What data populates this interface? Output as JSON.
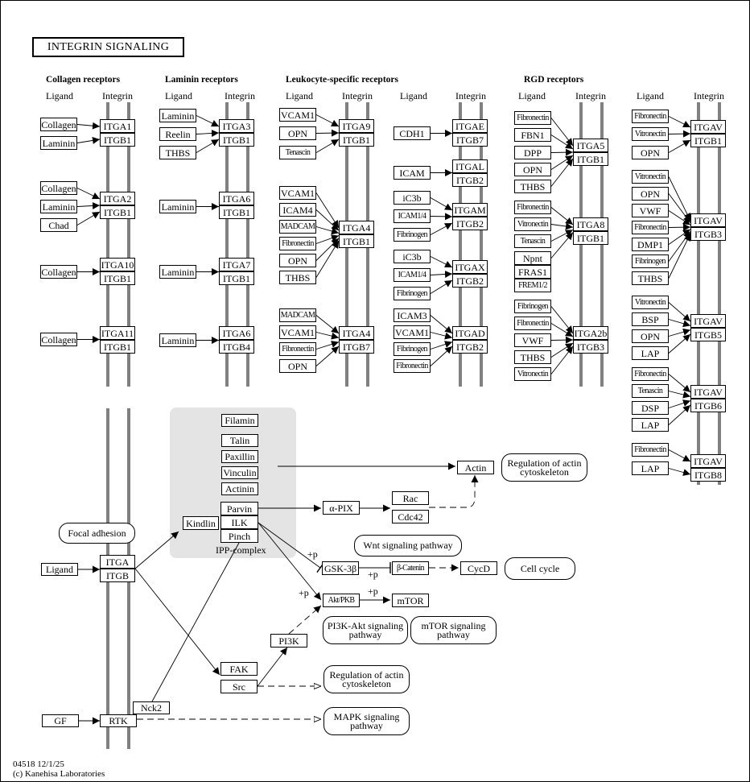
{
  "title": "INTEGRIN  SIGNALING",
  "footer": {
    "map_id_date": "04518 12/1/25",
    "copyright": "(c) Kanehisa Laboratories"
  },
  "colors": {
    "membrane": "#808080",
    "complex_bg": "#e4e4e4",
    "line": "#000000"
  },
  "sections": [
    {
      "id": "collagen",
      "header": "Collagen receptors",
      "ligand_label": "Ligand",
      "integrin_label": "Integrin"
    },
    {
      "id": "laminin",
      "header": "Laminin receptors",
      "ligand_label": "Ligand",
      "integrin_label": "Integrin"
    },
    {
      "id": "leukocyte",
      "header": "Leukocyte-specific receptors",
      "ligand_label": "Ligand",
      "integrin_label": "Integrin"
    },
    {
      "id": "leukocyte2",
      "header": "",
      "ligand_label": "Ligand",
      "integrin_label": "Integrin"
    },
    {
      "id": "rgd",
      "header": "RGD receptors",
      "ligand_label": "Ligand",
      "integrin_label": "Integrin"
    },
    {
      "id": "rgd2",
      "header": "",
      "ligand_label": "Ligand",
      "integrin_label": "Integrin"
    }
  ],
  "receptor_groups": [
    {
      "section": "collagen",
      "alpha": "ITGA1",
      "beta": "ITGB1",
      "ligands": [
        "Collagen",
        "Laminin"
      ]
    },
    {
      "section": "collagen",
      "alpha": "ITGA2",
      "beta": "ITGB1",
      "ligands": [
        "Collagen",
        "Laminin",
        "Chad"
      ]
    },
    {
      "section": "collagen",
      "alpha": "ITGA10",
      "beta": "ITGB1",
      "ligands": [
        "Collagen"
      ]
    },
    {
      "section": "collagen",
      "alpha": "ITGA11",
      "beta": "ITGB1",
      "ligands": [
        "Collagen"
      ]
    },
    {
      "section": "laminin",
      "alpha": "ITGA3",
      "beta": "ITGB1",
      "ligands": [
        "Laminin",
        "Reelin",
        "THBS"
      ]
    },
    {
      "section": "laminin",
      "alpha": "ITGA6",
      "beta": "ITGB1",
      "ligands": [
        "Laminin"
      ]
    },
    {
      "section": "laminin",
      "alpha": "ITGA7",
      "beta": "ITGB1",
      "ligands": [
        "Laminin"
      ]
    },
    {
      "section": "laminin",
      "alpha": "ITGA6",
      "beta": "ITGB4",
      "ligands": [
        "Laminin"
      ]
    },
    {
      "section": "leukocyte",
      "alpha": "ITGA9",
      "beta": "ITGB1",
      "ligands": [
        "VCAM1",
        "OPN",
        "Tenascin"
      ]
    },
    {
      "section": "leukocyte",
      "alpha": "ITGA4",
      "beta": "ITGB1",
      "ligands": [
        "VCAM1",
        "ICAM4",
        "MADCAM",
        "Fibronectin",
        "OPN",
        "THBS"
      ]
    },
    {
      "section": "leukocyte",
      "alpha": "ITGA4",
      "beta": "ITGB7",
      "ligands": [
        "MADCAM",
        "VCAM1",
        "Fibronectin",
        "OPN"
      ]
    },
    {
      "section": "leukocyte2",
      "alpha": "ITGAE",
      "beta": "ITGB7",
      "ligands": [
        "CDH1"
      ]
    },
    {
      "section": "leukocyte2",
      "alpha": "ITGAL",
      "beta": "ITGB2",
      "ligands": [
        "ICAM"
      ]
    },
    {
      "section": "leukocyte2",
      "alpha": "ITGAM",
      "beta": "ITGB2",
      "ligands": [
        "iC3b",
        "ICAM1/4",
        "Fibrinogen"
      ]
    },
    {
      "section": "leukocyte2",
      "alpha": "ITGAX",
      "beta": "ITGB2",
      "ligands": [
        "iC3b",
        "ICAM1/4",
        "Fibrinogen"
      ]
    },
    {
      "section": "leukocyte2",
      "alpha": "ITGAD",
      "beta": "ITGB2",
      "ligands": [
        "ICAM3",
        "VCAM1",
        "Fibrinogen",
        "Fibronectin"
      ]
    },
    {
      "section": "rgd",
      "alpha": "ITGA5",
      "beta": "ITGB1",
      "ligands": [
        "Fibronectin",
        "FBN1",
        "DPP",
        "OPN",
        "THBS"
      ]
    },
    {
      "section": "rgd",
      "alpha": "ITGA8",
      "beta": "ITGB1",
      "ligands": [
        "Fibronectin",
        "Vitronectin",
        "Tenascin",
        "Npnt",
        "FRAS1",
        "FREM1/2"
      ]
    },
    {
      "section": "rgd",
      "alpha": "ITGA2b",
      "beta": "ITGB3",
      "ligands": [
        "Fibrinogen",
        "Fibronectin",
        "VWF",
        "THBS",
        "Vitronectin"
      ]
    },
    {
      "section": "rgd2",
      "alpha": "ITGAV",
      "beta": "ITGB1",
      "ligands": [
        "Fibronectin",
        "Vitronectin",
        "OPN"
      ]
    },
    {
      "section": "rgd2",
      "alpha": "ITGAV",
      "beta": "ITGB3",
      "ligands": [
        "Vitronectin",
        "OPN",
        "VWF",
        "Fibronectin",
        "DMP1",
        "Fibrinogen",
        "THBS"
      ]
    },
    {
      "section": "rgd2",
      "alpha": "ITGAV",
      "beta": "ITGB5",
      "ligands": [
        "Vitronectin",
        "BSP",
        "OPN",
        "LAP"
      ]
    },
    {
      "section": "rgd2",
      "alpha": "ITGAV",
      "beta": "ITGB6",
      "ligands": [
        "Fibronectin",
        "Tenascin",
        "DSP",
        "LAP"
      ]
    },
    {
      "section": "rgd2",
      "alpha": "ITGAV",
      "beta": "ITGB8",
      "ligands": [
        "Fibronectin",
        "LAP"
      ]
    }
  ],
  "signaling": {
    "ligand": "Ligand",
    "itga": "ITGA",
    "itgb": "ITGB",
    "gf": "GF",
    "rtk": "RTK",
    "nck2": "Nck2",
    "kindlin": "Kindlin",
    "filamin": "Filamin",
    "talin": "Talin",
    "paxillin": "Paxillin",
    "vinculin": "Vinculin",
    "actinin": "Actinin",
    "parvin": "Parvin",
    "ilk": "ILK",
    "pinch": "Pinch",
    "ipp_complex_label": "IPP-complex",
    "alpha_pix": "α-PIX",
    "rac": "Rac",
    "cdc42": "Cdc42",
    "actin": "Actin",
    "gsk3b": "GSK-3β",
    "beta_catenin": "β-Catenin",
    "cycd": "CycD",
    "akt": "Akt/PKB",
    "mtor": "mTOR",
    "pi3k": "PI3K",
    "fak": "FAK",
    "src": "Src",
    "phospho_label": "+p"
  },
  "pathway_maps": {
    "focal_adhesion": "Focal adhesion",
    "regulation_actin_top": "Regulation of actin cytoskeleton",
    "wnt": "Wnt signaling pathway",
    "cell_cycle": "Cell cycle",
    "pi3k_akt": "PI3K-Akt signaling pathway",
    "mtor_pathway": "mTOR signaling pathway",
    "regulation_actin_bottom": "Regulation of actin cytoskeleton",
    "mapk": "MAPK signaling pathway"
  }
}
